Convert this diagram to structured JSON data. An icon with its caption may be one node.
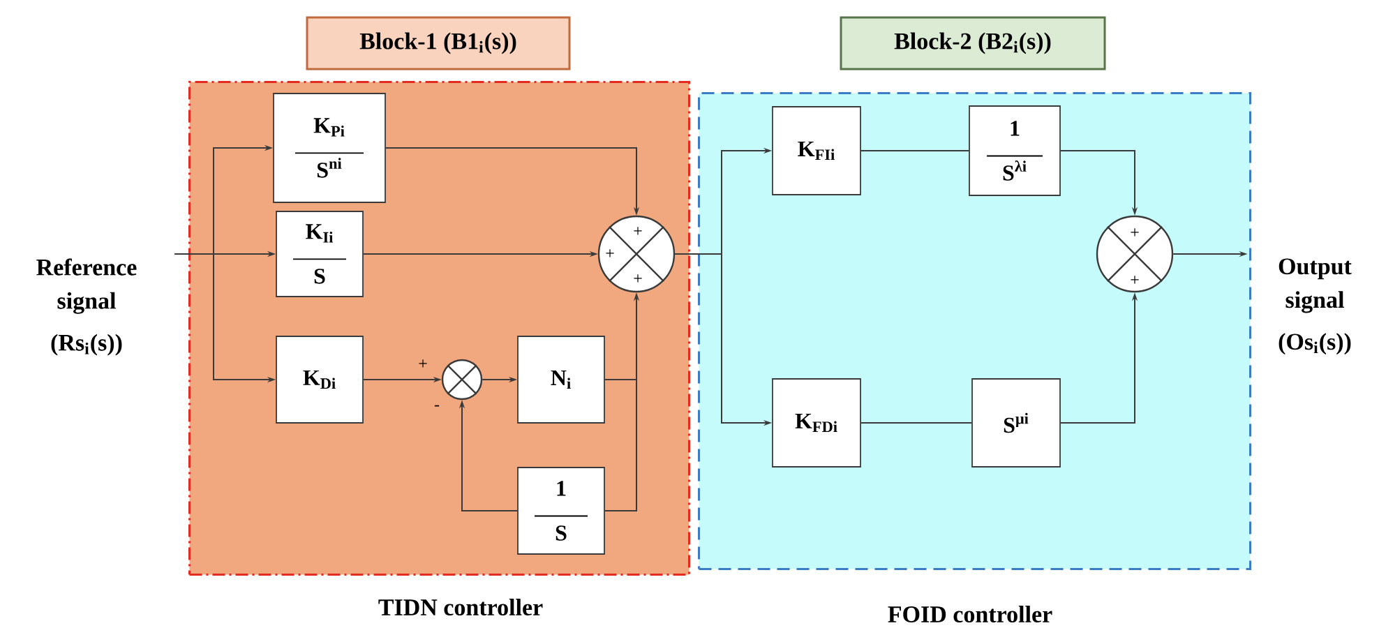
{
  "diagram": {
    "nodes": [
      {
        "text": [
          "Block-1 (B1$_{i}$(s))"
        ]
      },
      {
        "text": [
          "TIDN controller"
        ]
      },
      {
        "text": [
          "Block-2 (B2$_{i}$(s))"
        ]
      },
      {
        "text": [
          "FOID controller"
        ]
      },
      {
        "text": [
          "Reference signal",
          "(Rs$_{i}$(s))"
        ]
      },
      {
        "text": [
          "K$_{Pi}$",
          "S$^{ni}$"
        ],
        "in": 1
      },
      {
        "text": [
          "K$_{Ii}$",
          "S"
        ],
        "in": 1
      },
      {
        "text": [
          "K$_{Di}$"
        ],
        "in": 1
      },
      {
        "text": [],
        "shape": "circle",
        "in": 1
      },
      {
        "text": [
          "N$_{i}$"
        ],
        "in": 1
      },
      {
        "text": [
          "1",
          "S"
        ],
        "in": 1
      },
      {
        "text": [],
        "shape": "circle",
        "in": 1
      },
      {
        "text": [
          "K$_{FIi}$"
        ],
        "in": 3
      },
      {
        "text": [
          "1",
          "S$^{λi}$"
        ],
        "in": 3
      },
      {
        "text": [
          "K$_{FDi}$"
        ],
        "in": 3
      },
      {
        "text": [
          "S$^{μi}$"
        ],
        "in": 3
      },
      {
        "text": [],
        "shape": "circle",
        "in": 3
      },
      {
        "text": [
          "Output signal",
          "(Os$_{i}$(s))"
        ]
      }
    ],
    "edges": [
      {
        "from": 4,
        "to": 5,
        "arrow": "to"
      },
      {
        "from": 4,
        "to": 6,
        "arrow": "to"
      },
      {
        "from": 4,
        "to": 7,
        "arrow": "to"
      },
      {
        "from": 5,
        "to": 11,
        "arrow": "to"
      },
      {
        "from": 6,
        "to": 11,
        "arrow": "to"
      },
      {
        "from": 7,
        "to": 8,
        "arrow": "to"
      },
      {
        "from": 8,
        "to": 9,
        "arrow": "to"
      },
      {
        "from": 9,
        "to": 11,
        "arrow": "to"
      },
      {
        "from": 9,
        "to": 10,
        "arrow": "none"
      },
      {
        "from": 10,
        "to": 8,
        "arrow": "to"
      },
      {
        "from": 11,
        "to": 12,
        "arrow": "to"
      },
      {
        "from": 11,
        "to": 14,
        "arrow": "to"
      },
      {
        "from": 12,
        "to": 13,
        "arrow": "none"
      },
      {
        "from": 14,
        "to": 15,
        "arrow": "none"
      },
      {
        "from": 13,
        "to": 16,
        "arrow": "to"
      },
      {
        "from": 15,
        "to": 16,
        "arrow": "to"
      },
      {
        "from": 16,
        "to": 17,
        "arrow": "to"
      }
    ],
    "labels": [
      "+",
      "+",
      "+",
      "+",
      "+",
      "+",
      "-"
    ]
  }
}
